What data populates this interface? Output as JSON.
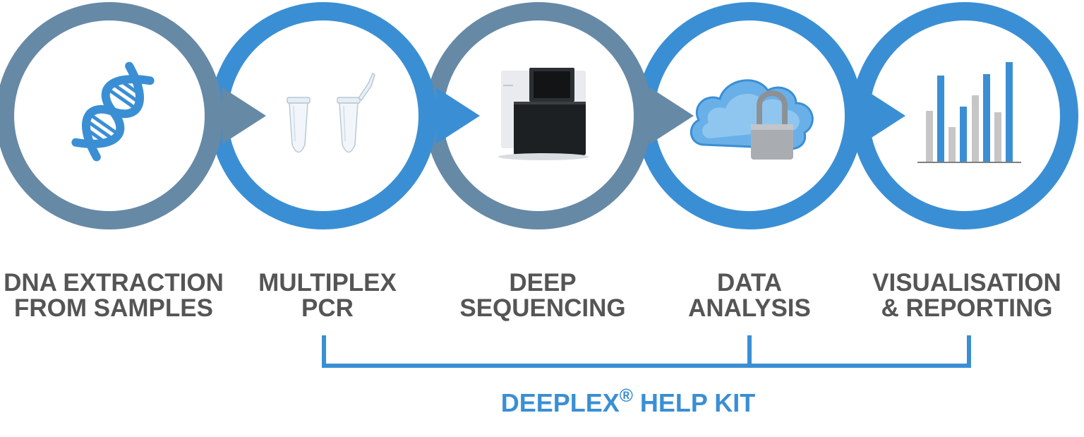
{
  "steps": [
    {
      "line1": "DNA EXTRACTION",
      "line2": "FROM SAMPLES",
      "icon": "dna-icon",
      "ring_color": "#6689a6"
    },
    {
      "line1": "MULTIPLEX",
      "line2": "PCR",
      "icon": "pcr-tubes-icon",
      "ring_color": "#3a8fd4"
    },
    {
      "line1": "DEEP",
      "line2": "SEQUENCING",
      "icon": "sequencer-icon",
      "ring_color": "#6689a6"
    },
    {
      "line1": "DATA",
      "line2": "ANALYSIS",
      "icon": "cloud-lock-icon",
      "ring_color": "#3a8fd4"
    },
    {
      "line1": "VISUALISATION",
      "line2": "& REPORTING",
      "icon": "bar-chart-icon",
      "ring_color": "#3a8fd4"
    }
  ],
  "kit": {
    "name": "DEEPLEX",
    "mark": "®",
    "suffix": " HELP KIT"
  },
  "colors": {
    "blue": "#3a8fd4",
    "slate": "#6689a6",
    "text": "#555555",
    "bar_gray": "#c6c6c6"
  }
}
